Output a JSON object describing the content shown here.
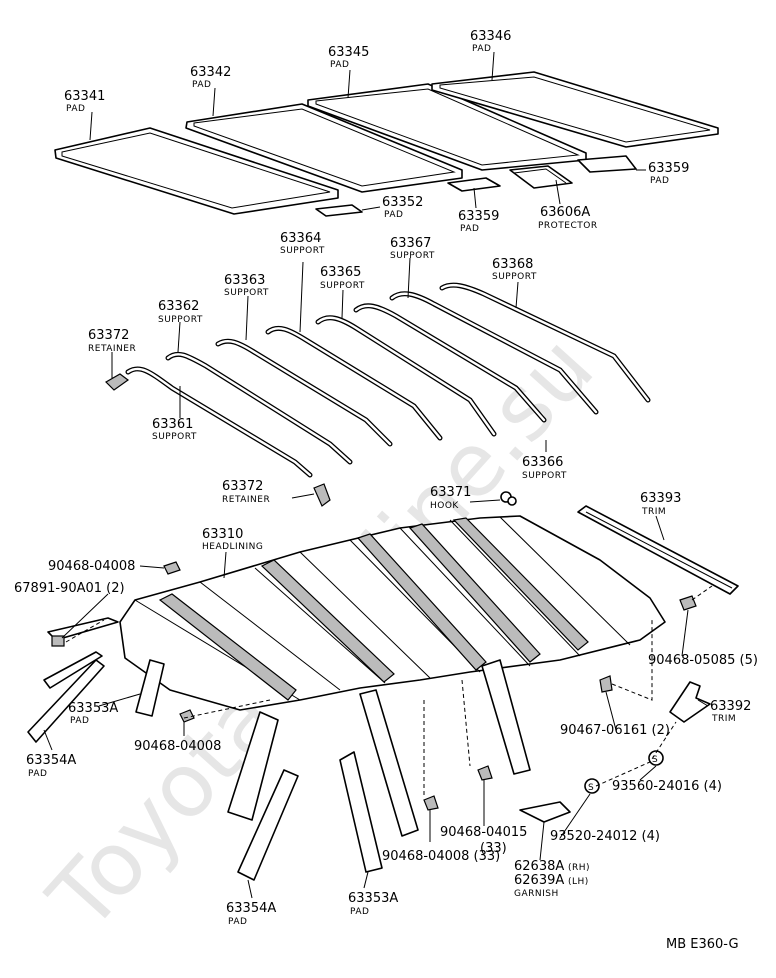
{
  "watermark": "Toyota-Carline.su",
  "footer_code": "MB  E360-G",
  "labels": {
    "p63341": {
      "num": "63341",
      "name": "PAD"
    },
    "p63342": {
      "num": "63342",
      "name": "PAD"
    },
    "p63345": {
      "num": "63345",
      "name": "PAD"
    },
    "p63346": {
      "num": "63346",
      "name": "PAD"
    },
    "p63359a": {
      "num": "63359",
      "name": "PAD"
    },
    "p63352": {
      "num": "63352",
      "name": "PAD"
    },
    "p63359b": {
      "num": "63359",
      "name": "PAD"
    },
    "p63606a": {
      "num": "63606A",
      "name": "PROTECTOR"
    },
    "p63364": {
      "num": "63364",
      "name": "SUPPORT"
    },
    "p63367": {
      "num": "63367",
      "name": "SUPPORT"
    },
    "p63368": {
      "num": "63368",
      "name": "SUPPORT"
    },
    "p63363": {
      "num": "63363",
      "name": "SUPPORT"
    },
    "p63365": {
      "num": "63365",
      "name": "SUPPORT"
    },
    "p63362": {
      "num": "63362",
      "name": "SUPPORT"
    },
    "p63372a": {
      "num": "63372",
      "name": "RETAINER"
    },
    "p63361": {
      "num": "63361",
      "name": "SUPPORT"
    },
    "p63366": {
      "num": "63366",
      "name": "SUPPORT"
    },
    "p63372b": {
      "num": "63372",
      "name": "RETAINER"
    },
    "p63371": {
      "num": "63371",
      "name": "HOOK"
    },
    "p63393": {
      "num": "63393",
      "name": "TRIM"
    },
    "p63310": {
      "num": "63310",
      "name": "HEADLINING"
    },
    "p63353a_l": {
      "num": "63353A",
      "name": "PAD"
    },
    "p63354a_l": {
      "num": "63354A",
      "name": "PAD"
    },
    "p63392": {
      "num": "63392",
      "name": "TRIM"
    },
    "p63354a_b": {
      "num": "63354A",
      "name": "PAD"
    },
    "p63353a_b": {
      "num": "63353A",
      "name": "PAD"
    },
    "garnish": {
      "num_rh": "62638A",
      "rh": "(RH)",
      "num_lh": "62639A",
      "lh": "(LH)",
      "name": "GARNISH"
    },
    "f90468_04008_top": "90468-04008",
    "f67891": "67891-90A01 (2)",
    "f90468_04008_mid": "90468-04008",
    "f90468_05085": "90468-05085 (5)",
    "f90467_06161": "90467-06161 (2)",
    "f93560_24016": "93560-24016 (4)",
    "f93520_24012": "93520-24012 (4)",
    "f90468_04015": "90468-04015",
    "f90468_04015_qty": "(33)",
    "f90468_04008_bot": "90468-04008 (33)"
  }
}
